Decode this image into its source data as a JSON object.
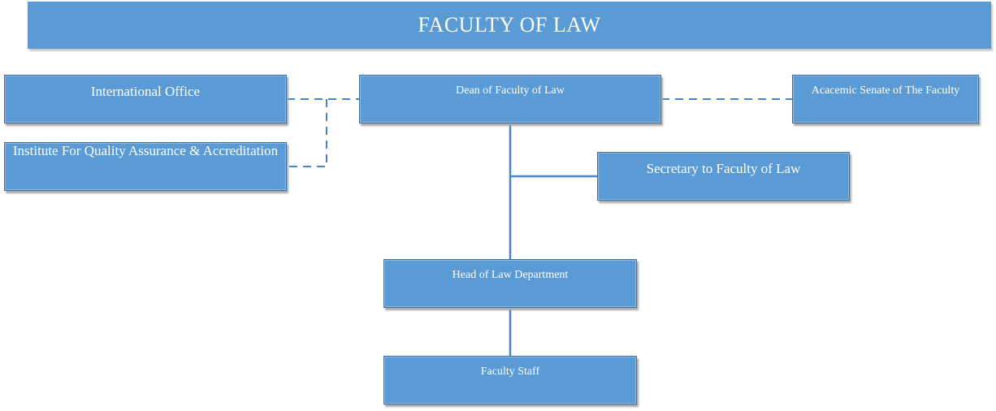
{
  "title": "FACULTY OF LAW",
  "nodes": {
    "international_office": "International Office",
    "institute_quality": "Institute For Quality Assurance & Accreditation",
    "dean": "Dean of Faculty of Law",
    "senate": "Acacemic Senate of The Faculty",
    "secretary": "Secretary to Faculty of Law",
    "head_department": "Head of Law Department",
    "faculty_staff": "Faculty Staff"
  },
  "colors": {
    "box_fill": "#5b9bd5",
    "box_border": "#41719c",
    "connector": "#4a86c5",
    "text": "#ffffff"
  }
}
